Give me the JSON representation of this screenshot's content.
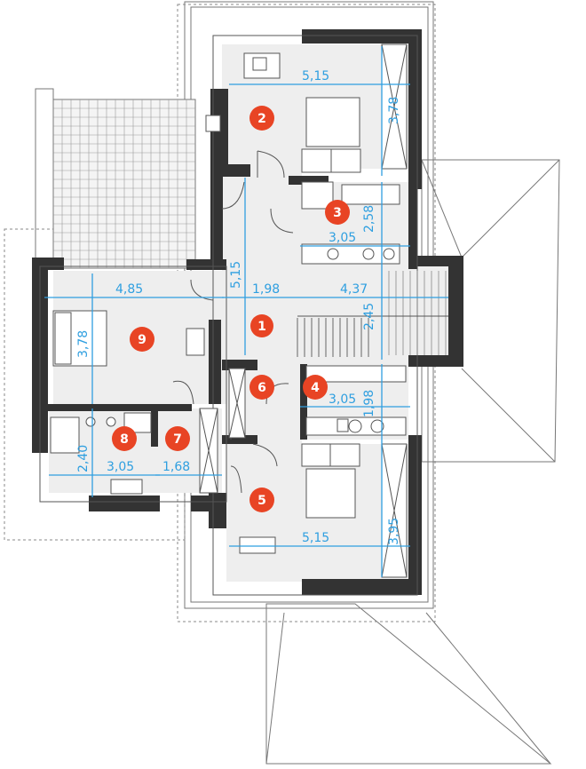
{
  "colors": {
    "wall": "#333333",
    "floor": "#eeeeee",
    "dimension": "#2f9fe0",
    "room_badge": "#e84424",
    "outline": "#777777"
  },
  "rooms": [
    {
      "number": "1"
    },
    {
      "number": "2"
    },
    {
      "number": "3"
    },
    {
      "number": "4"
    },
    {
      "number": "5"
    },
    {
      "number": "6"
    },
    {
      "number": "7"
    },
    {
      "number": "8"
    },
    {
      "number": "9"
    }
  ],
  "dimensions": {
    "room2_width": "5,15",
    "room2_depth": "3,78",
    "room3_width": "3,05",
    "room3_depth": "2,58",
    "hall_length": "5,15",
    "hall_width": "1,98",
    "room9_width": "4,85",
    "room9_depth": "3,78",
    "stair_width": "4,37",
    "stair_depth": "2,45",
    "room4_width": "3,05",
    "room4_depth": "1,98",
    "room8_depth": "2,40",
    "room8_width": "3,05",
    "room7_width": "1,68",
    "room5_depth": "3,95",
    "room5_width": "5,15"
  }
}
